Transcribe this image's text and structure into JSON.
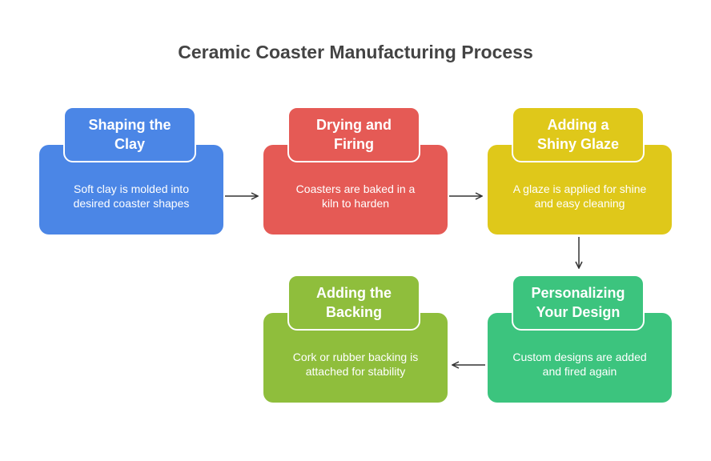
{
  "title": "Ceramic Coaster Manufacturing Process",
  "steps": [
    {
      "title": "Shaping the\nClay",
      "desc": "Soft clay is molded into\ndesired coaster shapes",
      "color": "#4b86e6"
    },
    {
      "title": "Drying and\nFiring",
      "desc": "Coasters are baked in a\nkiln to harden",
      "color": "#e55a55"
    },
    {
      "title": "Adding a\nShiny Glaze",
      "desc": "A glaze is applied for shine\nand easy cleaning",
      "color": "#dfc81a"
    },
    {
      "title": "Personalizing\nYour Design",
      "desc": "Custom designs are added\nand fired again",
      "color": "#3cc47e"
    },
    {
      "title": "Adding the\nBacking",
      "desc": "Cork or rubber backing is\nattached for stability",
      "color": "#8fbe3c"
    }
  ]
}
